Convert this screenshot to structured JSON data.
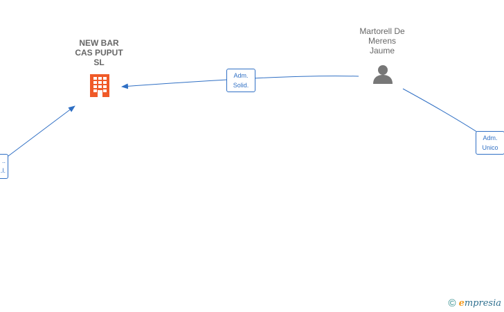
{
  "nodes": {
    "company": {
      "name_lines": [
        "NEW BAR",
        "CAS PUPUT",
        "SL"
      ],
      "icon": "building-icon",
      "color": "#f05a28"
    },
    "person": {
      "name_lines": [
        "Martorell De",
        "Merens",
        "Jaume"
      ],
      "icon": "person-icon",
      "color": "#777777"
    }
  },
  "edges": {
    "solid": {
      "lines": [
        "Adm.",
        "Solid."
      ]
    },
    "unico": {
      "lines": [
        "Adm.",
        "Unico"
      ]
    },
    "left": {
      "lines": [
        "..",
        "..l."
      ]
    }
  },
  "colors": {
    "edge": "#2f6fc4"
  },
  "watermark": {
    "copyright": "©",
    "brand_first": "e",
    "brand_rest": "mpresia"
  }
}
